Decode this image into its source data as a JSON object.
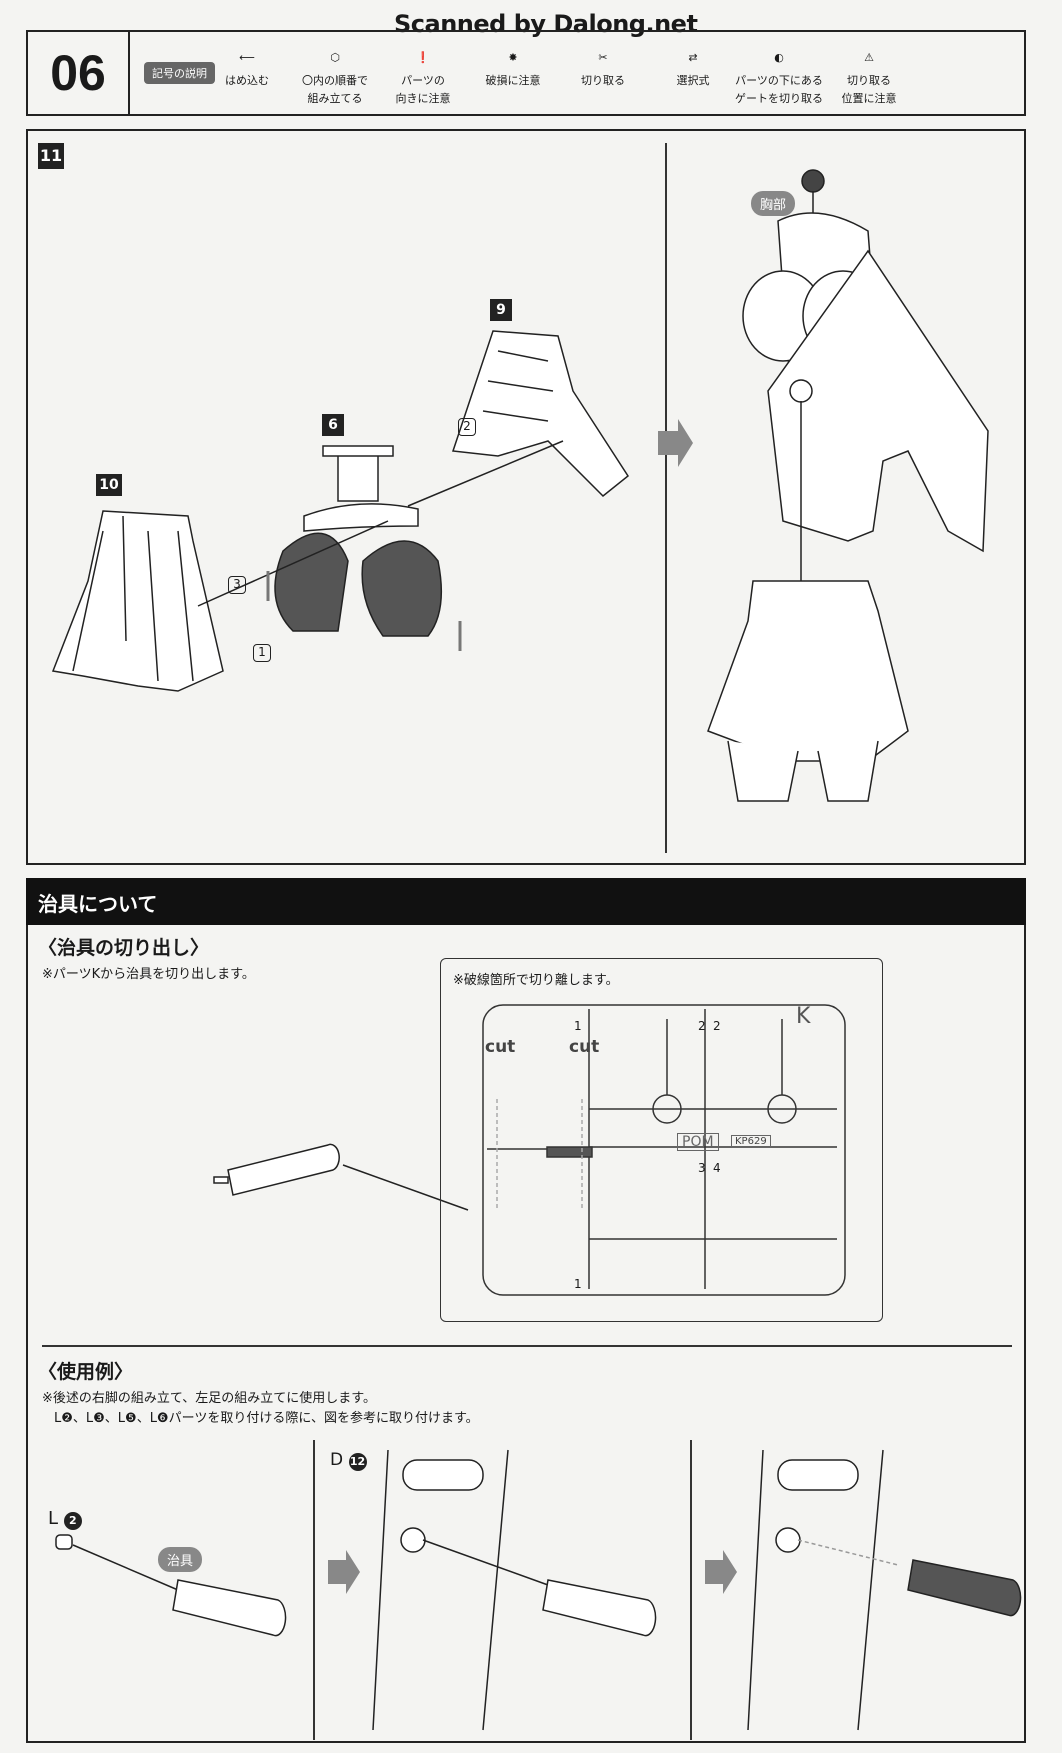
{
  "watermark": "Scanned by Dalong.net",
  "header": {
    "step_number": "06",
    "legend_title": "記号の説明",
    "legend": [
      {
        "icon": "push-in-arrow-icon",
        "label1": "はめ込む",
        "label2": ""
      },
      {
        "icon": "order-hexagon-icon",
        "label1": "〇内の順番で",
        "label2": "組み立てる"
      },
      {
        "icon": "exclamation-direction-icon",
        "label1": "パーツの",
        "label2": "向きに注意"
      },
      {
        "icon": "damage-warning-icon",
        "label1": "破損に注意",
        "label2": ""
      },
      {
        "icon": "cut-icon",
        "label1": "切り取る",
        "label2": ""
      },
      {
        "icon": "choice-arrows-icon",
        "label1": "選択式",
        "label2": ""
      },
      {
        "icon": "under-gate-icon",
        "label1": "パーツの下にある",
        "label2": "ゲートを切り取る"
      },
      {
        "icon": "cut-position-icon",
        "label1": "切り取る",
        "label2": "位置に注意"
      }
    ]
  },
  "step": {
    "number": "11",
    "parts": {
      "p9": "9",
      "p6": "6",
      "p10": "10"
    },
    "order": {
      "o1": "1",
      "o2": "2",
      "o3": "3"
    },
    "chest_label": "胸部"
  },
  "jig": {
    "section_title": "治具について",
    "cutout_title": "〈治具の切り出し〉",
    "cutout_note": "※パーツKから治具を切り出します。",
    "runner_note": "※破線箇所で切り離します。",
    "runner": {
      "letter": "K",
      "cut1": "cut",
      "cut2": "cut",
      "pom": "POM",
      "code": "KP629",
      "n1": "1",
      "n1b": "1",
      "n2": "2",
      "n2b": "2",
      "n3": "3",
      "n4": "4"
    },
    "usage_title": "〈使用例〉",
    "usage_note1": "※後述の右脚の組み立て、左足の組み立てに使用します。",
    "usage_note2": "L❷、L❸、L❺、L❻パーツを取り付ける際に、図を参考に取り付けます。",
    "l_label": "L",
    "l_num": "2",
    "jig_tag": "治具",
    "d_label": "D",
    "d_num": "12"
  }
}
